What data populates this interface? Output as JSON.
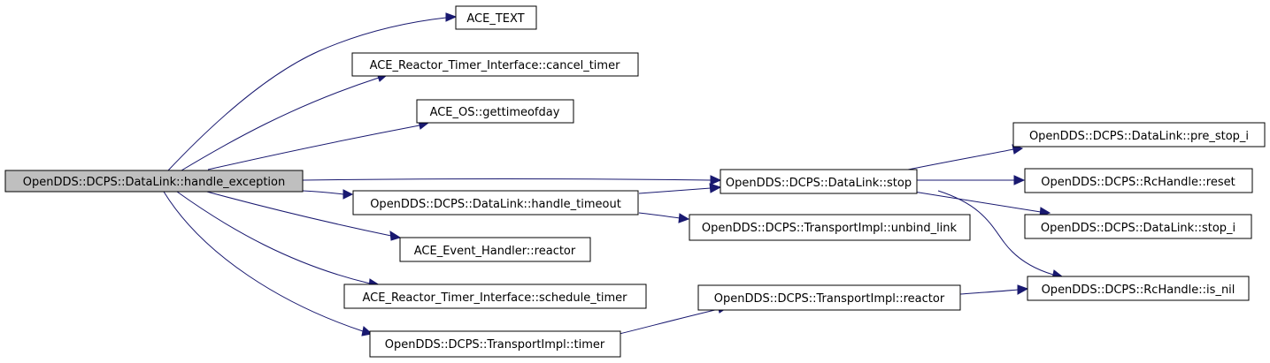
{
  "graph": {
    "nodes": {
      "root": "OpenDDS::DCPS::DataLink::handle_exception",
      "ace_text": "ACE_TEXT",
      "cancel_timer": "ACE_Reactor_Timer_Interface::cancel_timer",
      "gettimeofday": "ACE_OS::gettimeofday",
      "handle_timeout": "OpenDDS::DCPS::DataLink::handle_timeout",
      "reactor_event": "ACE_Event_Handler::reactor",
      "schedule_timer": "ACE_Reactor_Timer_Interface::schedule_timer",
      "timer": "OpenDDS::DCPS::TransportImpl::timer",
      "stop": "OpenDDS::DCPS::DataLink::stop",
      "unbind_link": "OpenDDS::DCPS::TransportImpl::unbind_link",
      "transport_reactor": "OpenDDS::DCPS::TransportImpl::reactor",
      "pre_stop_i": "OpenDDS::DCPS::DataLink::pre_stop_i",
      "reset": "OpenDDS::DCPS::RcHandle::reset",
      "stop_i": "OpenDDS::DCPS::DataLink::stop_i",
      "is_nil": "OpenDDS::DCPS::RcHandle::is_nil"
    },
    "edges": [
      [
        "root",
        "ace_text"
      ],
      [
        "root",
        "cancel_timer"
      ],
      [
        "root",
        "gettimeofday"
      ],
      [
        "root",
        "stop"
      ],
      [
        "root",
        "handle_timeout"
      ],
      [
        "root",
        "reactor_event"
      ],
      [
        "root",
        "schedule_timer"
      ],
      [
        "root",
        "timer"
      ],
      [
        "handle_timeout",
        "stop"
      ],
      [
        "handle_timeout",
        "unbind_link"
      ],
      [
        "timer",
        "transport_reactor"
      ],
      [
        "stop",
        "pre_stop_i"
      ],
      [
        "stop",
        "reset"
      ],
      [
        "stop",
        "stop_i"
      ],
      [
        "stop",
        "is_nil"
      ],
      [
        "transport_reactor",
        "is_nil"
      ]
    ]
  }
}
